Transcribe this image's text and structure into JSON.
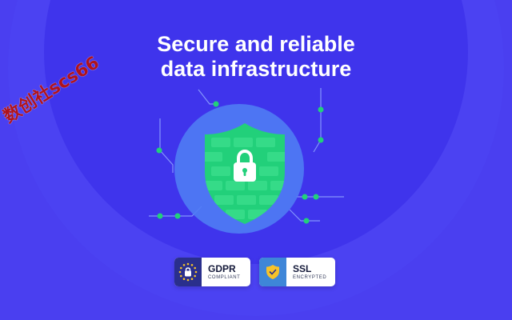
{
  "headline": {
    "line1": "Secure and reliable",
    "line2": "data infrastructure"
  },
  "shield": {
    "icon": "lock-icon",
    "color": "#22d07a"
  },
  "badges": [
    {
      "title": "GDPR",
      "subtitle": "COMPLIANT",
      "icon": "eu-stars-lock-icon",
      "icon_bg": "#2a2f8c"
    },
    {
      "title": "SSL",
      "subtitle": "ENCRYPTED",
      "icon": "shield-check-icon",
      "icon_bg": "#3e86d8"
    }
  ],
  "watermark": {
    "text": "数创社scs66"
  },
  "colors": {
    "background": "#4a3ff0",
    "accent_green": "#22d07a",
    "circuit_line": "#8fa6ff"
  }
}
